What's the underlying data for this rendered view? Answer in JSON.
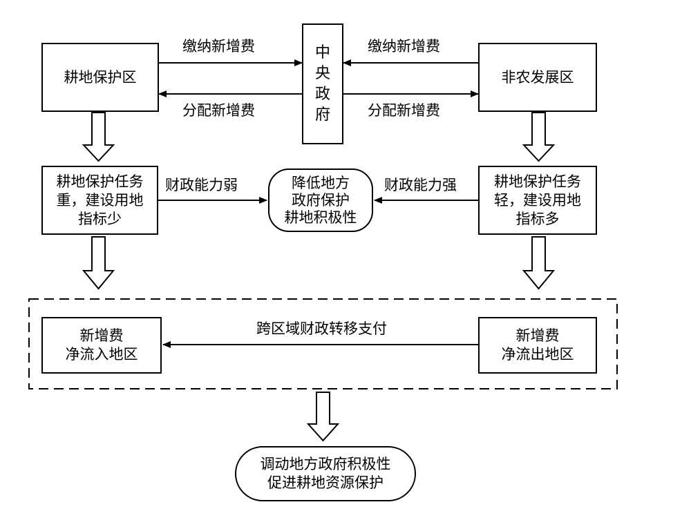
{
  "nodes": {
    "farmland_zone": "耕地保护区",
    "central_gov": "中\n央\n政\n府",
    "nonagri_zone": "非农发展区",
    "left_task": "耕地保护任务\n重，建设用地\n指标少",
    "center_effect": "降低地方\n政府保护\n耕地积极性",
    "right_task": "耕地保护任务\n轻，建设用地\n指标多",
    "net_inflow": "新增费\n净流入地区",
    "net_outflow": "新增费\n净流出地区",
    "outcome": "调动地方政府积极性\n促进耕地资源保护"
  },
  "edges": {
    "pay_left": "缴纳新增费",
    "pay_right": "缴纳新增费",
    "alloc_left": "分配新增费",
    "alloc_right": "分配新增费",
    "weak_fiscal": "财政能力弱",
    "strong_fiscal": "财政能力强",
    "transfer": "跨区域财政转移支付"
  }
}
